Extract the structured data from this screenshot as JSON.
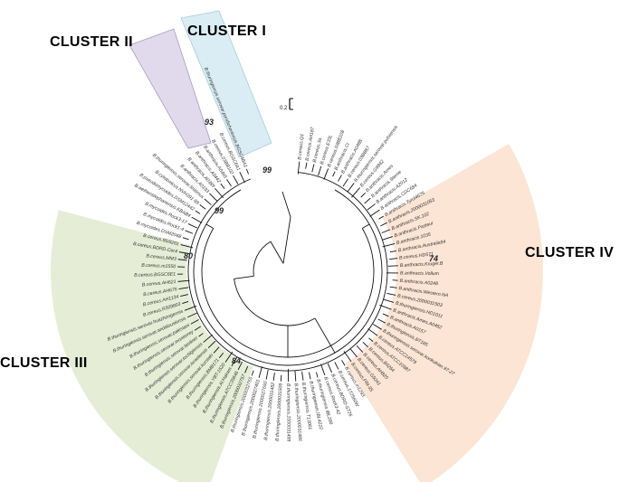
{
  "clusters": {
    "c1": {
      "label": "CLUSTER I",
      "color": "#d6ecf3"
    },
    "c2": {
      "label": "CLUSTER II",
      "color": "#ddd7ea"
    },
    "c3": {
      "label": "CLUSTER III",
      "color": "#e3ebd2"
    },
    "c4": {
      "label": "CLUSTER IV",
      "color": "#fbe1cc"
    }
  },
  "scale_bar": {
    "label": "0.2"
  },
  "bootstrap": [
    "99",
    "99",
    "93",
    "80",
    "84",
    "74"
  ],
  "tips": [
    "B.cereus.Q1",
    "B.cereus.AH187",
    "B.cereus.3a",
    "B.cereus.E33L",
    "B.cereus.03BB108",
    "B.anthracis.CI",
    "B.anthracis.A0488",
    "B.cereus.03BB87",
    "B.thuringiensis.serovar.pulsiensis",
    "B.cereus.G9842",
    "B.anthracis.Ames",
    "B.anthracis.Sterne",
    "B.anthracis.A2012",
    "B.anthracis.CDC684",
    "B.anthracis.Tyrol4675",
    "B.anthracis.2000031053",
    "B.anthracis.SK.102",
    "B.anthracis.Pasteur",
    "B.anthracis.1035",
    "B.anthracis.Australia94",
    "B.cereus.HD571",
    "B.anthracis.Kruger.B",
    "B.anthracis.Vollum",
    "B.anthracis.A0248",
    "B.anthracis.Western.NA",
    "B.cereus.2000031503",
    "B.thuringiensis.HD1011",
    "B.anthracis.Ames.A0462",
    "B.anthracis.A0157",
    "B.thuringiensis.BT185",
    "B.thuringiensis.serovar.konkukian.97-27",
    "B.cereus.ATCC14579",
    "B.cereus.ATCC10987",
    "B.cereus.B4264",
    "B.cereus.AH820",
    "B.cereus.G9241",
    "B.cereus.FRI-35",
    "B.cereus.m1293",
    "B.cereus.172560W",
    "B.cereus.BDRD-ST26",
    "B.cereus.Rock3-42",
    "B.thuringiensis.IBL200",
    "B.thuringiensis.IBL4222",
    "B.thuringiensis.T13001",
    "B.thuringiensis.2000031486",
    "B.thuringiensis.2000031499",
    "B.thuringiensis.2000031509",
    "B.thuringiensis.2000031482",
    "B.thuringiensis.2000027650",
    "B.thuringiensis.2000027401",
    "B.thuringiensis.2000032755",
    "B.thuringiensis.2000032757",
    "B.thuringiensis.ATCC35646",
    "B.thuringiensis.Al.Hakam",
    "B.thuringiensis.YBT-1520",
    "B.thuringiensis.BMB171",
    "B.thuringiensis.serovar.kurstaki",
    "B.thuringiensis.serovar.israelensis",
    "B.thuringiensis.serovar.tochigiensis",
    "B.thuringiensis.serovar.berliner",
    "B.thuringiensis.serovar.monterrey",
    "B.thuringiensis.serovar.pakistani",
    "B.thuringiensis.serovar.andalousiensis",
    "B.thuringiensis.serovar.huazhongensis",
    "B.cereus.R309803",
    "B.cereus.AH1134",
    "B.cereus.AH676",
    "B.cereus.AH621",
    "B.cereus.BGSC6E1",
    "B.cereus.m1550",
    "B.cereus.MM3",
    "B.cereus.BDRD-Cer4",
    "B.cereus.95/8201",
    "B.mycoides.DSM2048",
    "B.mycoides.Rock1-4",
    "B.mycoides.Rock3-17",
    "B.weihenstephanensis.KBAB4",
    "B.pseudomycoides.DSM12442",
    "B.cytotoxicus.NVH391-98",
    "B.thuringiensis.serovar.finitimus",
    "B.anthracis.A0193",
    "B.anthracis.A0389",
    "B.anthracis.A0442",
    "B.anthracis.A0465",
    "B.cereus.03BB102",
    "B.cereus.BGSC6A1",
    "B.thuringiensis.serovar.pondicheriensis.BGSC4BA1"
  ]
}
